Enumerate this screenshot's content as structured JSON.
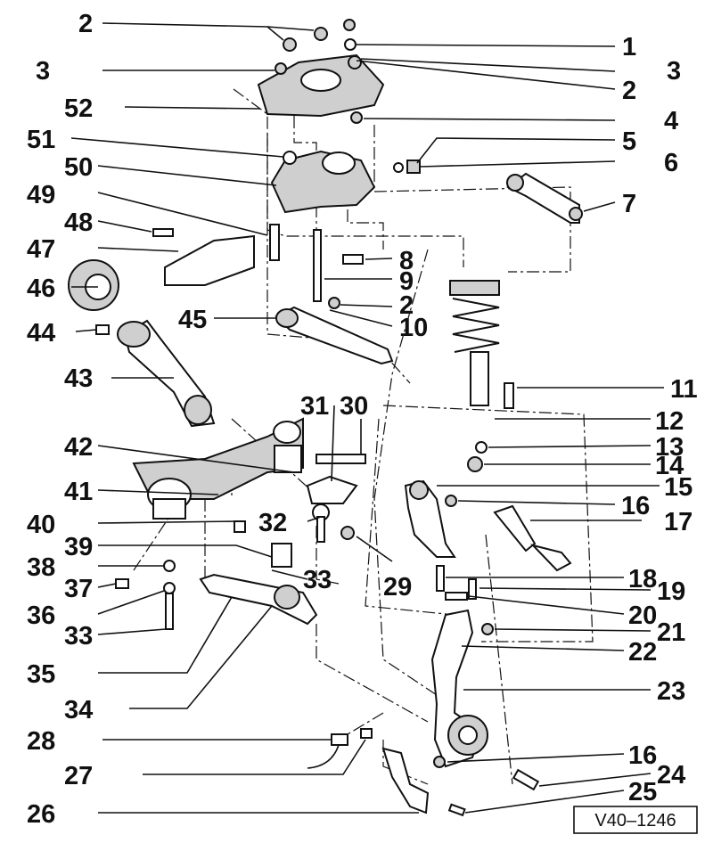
{
  "diagram": {
    "reference_code": "V40–1246",
    "callouts": {
      "c1": "1",
      "c2a": "2",
      "c2b": "2",
      "c2c": "2",
      "c3a": "3",
      "c3b": "3",
      "c4": "4",
      "c5": "5",
      "c6": "6",
      "c7": "7",
      "c8": "8",
      "c9": "9",
      "c10": "10",
      "c11": "11",
      "c12": "12",
      "c13": "13",
      "c14": "14",
      "c15": "15",
      "c16a": "16",
      "c16b": "16",
      "c17": "17",
      "c18": "18",
      "c19": "19",
      "c20": "20",
      "c21": "21",
      "c22": "22",
      "c23": "23",
      "c24": "24",
      "c25": "25",
      "c26": "26",
      "c27": "27",
      "c28": "28",
      "c29": "29",
      "c30": "30",
      "c31": "31",
      "c32": "32",
      "c33a": "33",
      "c33b": "33",
      "c34": "34",
      "c35": "35",
      "c36": "36",
      "c37": "37",
      "c38": "38",
      "c39": "39",
      "c40": "40",
      "c41": "41",
      "c42": "42",
      "c43": "43",
      "c44": "44",
      "c45": "45",
      "c46": "46",
      "c47": "47",
      "c48": "48",
      "c49": "49",
      "c50": "50",
      "c51": "51",
      "c52": "52"
    }
  }
}
